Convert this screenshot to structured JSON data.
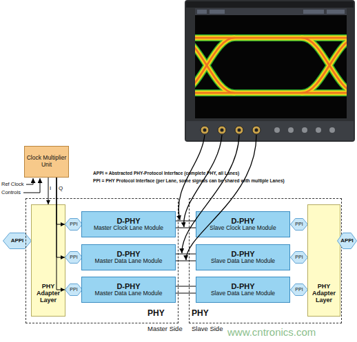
{
  "diagram": {
    "nodes": [
      {
        "text": [
          "Clock Multiplier Unit"
        ]
      },
      {
        "text": [
          "APPI"
        ]
      },
      {
        "text": [
          "PHY",
          "Master Side"
        ]
      },
      {
        "text": [
          "PHY Adapter Layer"
        ],
        "in": 2
      },
      {
        "text": [
          "PPI"
        ],
        "in": 2
      },
      {
        "text": [
          "PPI"
        ],
        "in": 2
      },
      {
        "text": [
          "PPI"
        ],
        "in": 2
      },
      {
        "text": [
          "D-PHY",
          "Master Clock Lane Module"
        ],
        "in": 2
      },
      {
        "text": [
          "D-PHY",
          "Master Data Lane Module"
        ],
        "in": 2
      },
      {
        "text": [
          "D-PHY",
          "Master Data Lane Module"
        ],
        "in": 2
      },
      {
        "text": [
          "PHY",
          "Slave Side"
        ]
      },
      {
        "text": [
          "D-PHY",
          "Slave Clock Lane Module"
        ],
        "in": 10
      },
      {
        "text": [
          "D-PHY",
          "Slave Data Lane Module"
        ],
        "in": 10
      },
      {
        "text": [
          "D-PHY",
          "Slave Data Lane Module"
        ],
        "in": 10
      },
      {
        "text": [
          "PPI"
        ],
        "in": 10
      },
      {
        "text": [
          "PPI"
        ],
        "in": 10
      },
      {
        "text": [
          "PPI"
        ],
        "in": 10
      },
      {
        "text": [
          "PHY Adapter Layer"
        ],
        "in": 10
      },
      {
        "text": [
          "APPI"
        ]
      }
    ],
    "edges": [
      {
        "from": 0,
        "to": 3,
        "arrow": "to"
      },
      {
        "from": 0,
        "to": 4,
        "arrow": "to"
      },
      {
        "from": 0,
        "to": 5,
        "arrow": "to"
      },
      {
        "from": 0,
        "to": 6,
        "arrow": "to"
      },
      {
        "from": 7,
        "to": 11,
        "arrow": "none"
      },
      {
        "from": 7,
        "to": 11,
        "arrow": "none"
      },
      {
        "from": 8,
        "to": 12,
        "arrow": "none"
      },
      {
        "from": 8,
        "to": 12,
        "arrow": "none"
      },
      {
        "from": 9,
        "to": 13,
        "arrow": "none"
      },
      {
        "from": 9,
        "to": 13,
        "arrow": "none"
      }
    ],
    "labels": [
      "APPI = Abstracted PHY-Protocol Interface (complete PHY, all Lanes)",
      "PPI = PHY Protocol Interface (per Lane, some signals can be shared with multiple Lanes)",
      "Ref Clock",
      "Controls",
      "I",
      "Q",
      "www.cntronics.com"
    ]
  }
}
